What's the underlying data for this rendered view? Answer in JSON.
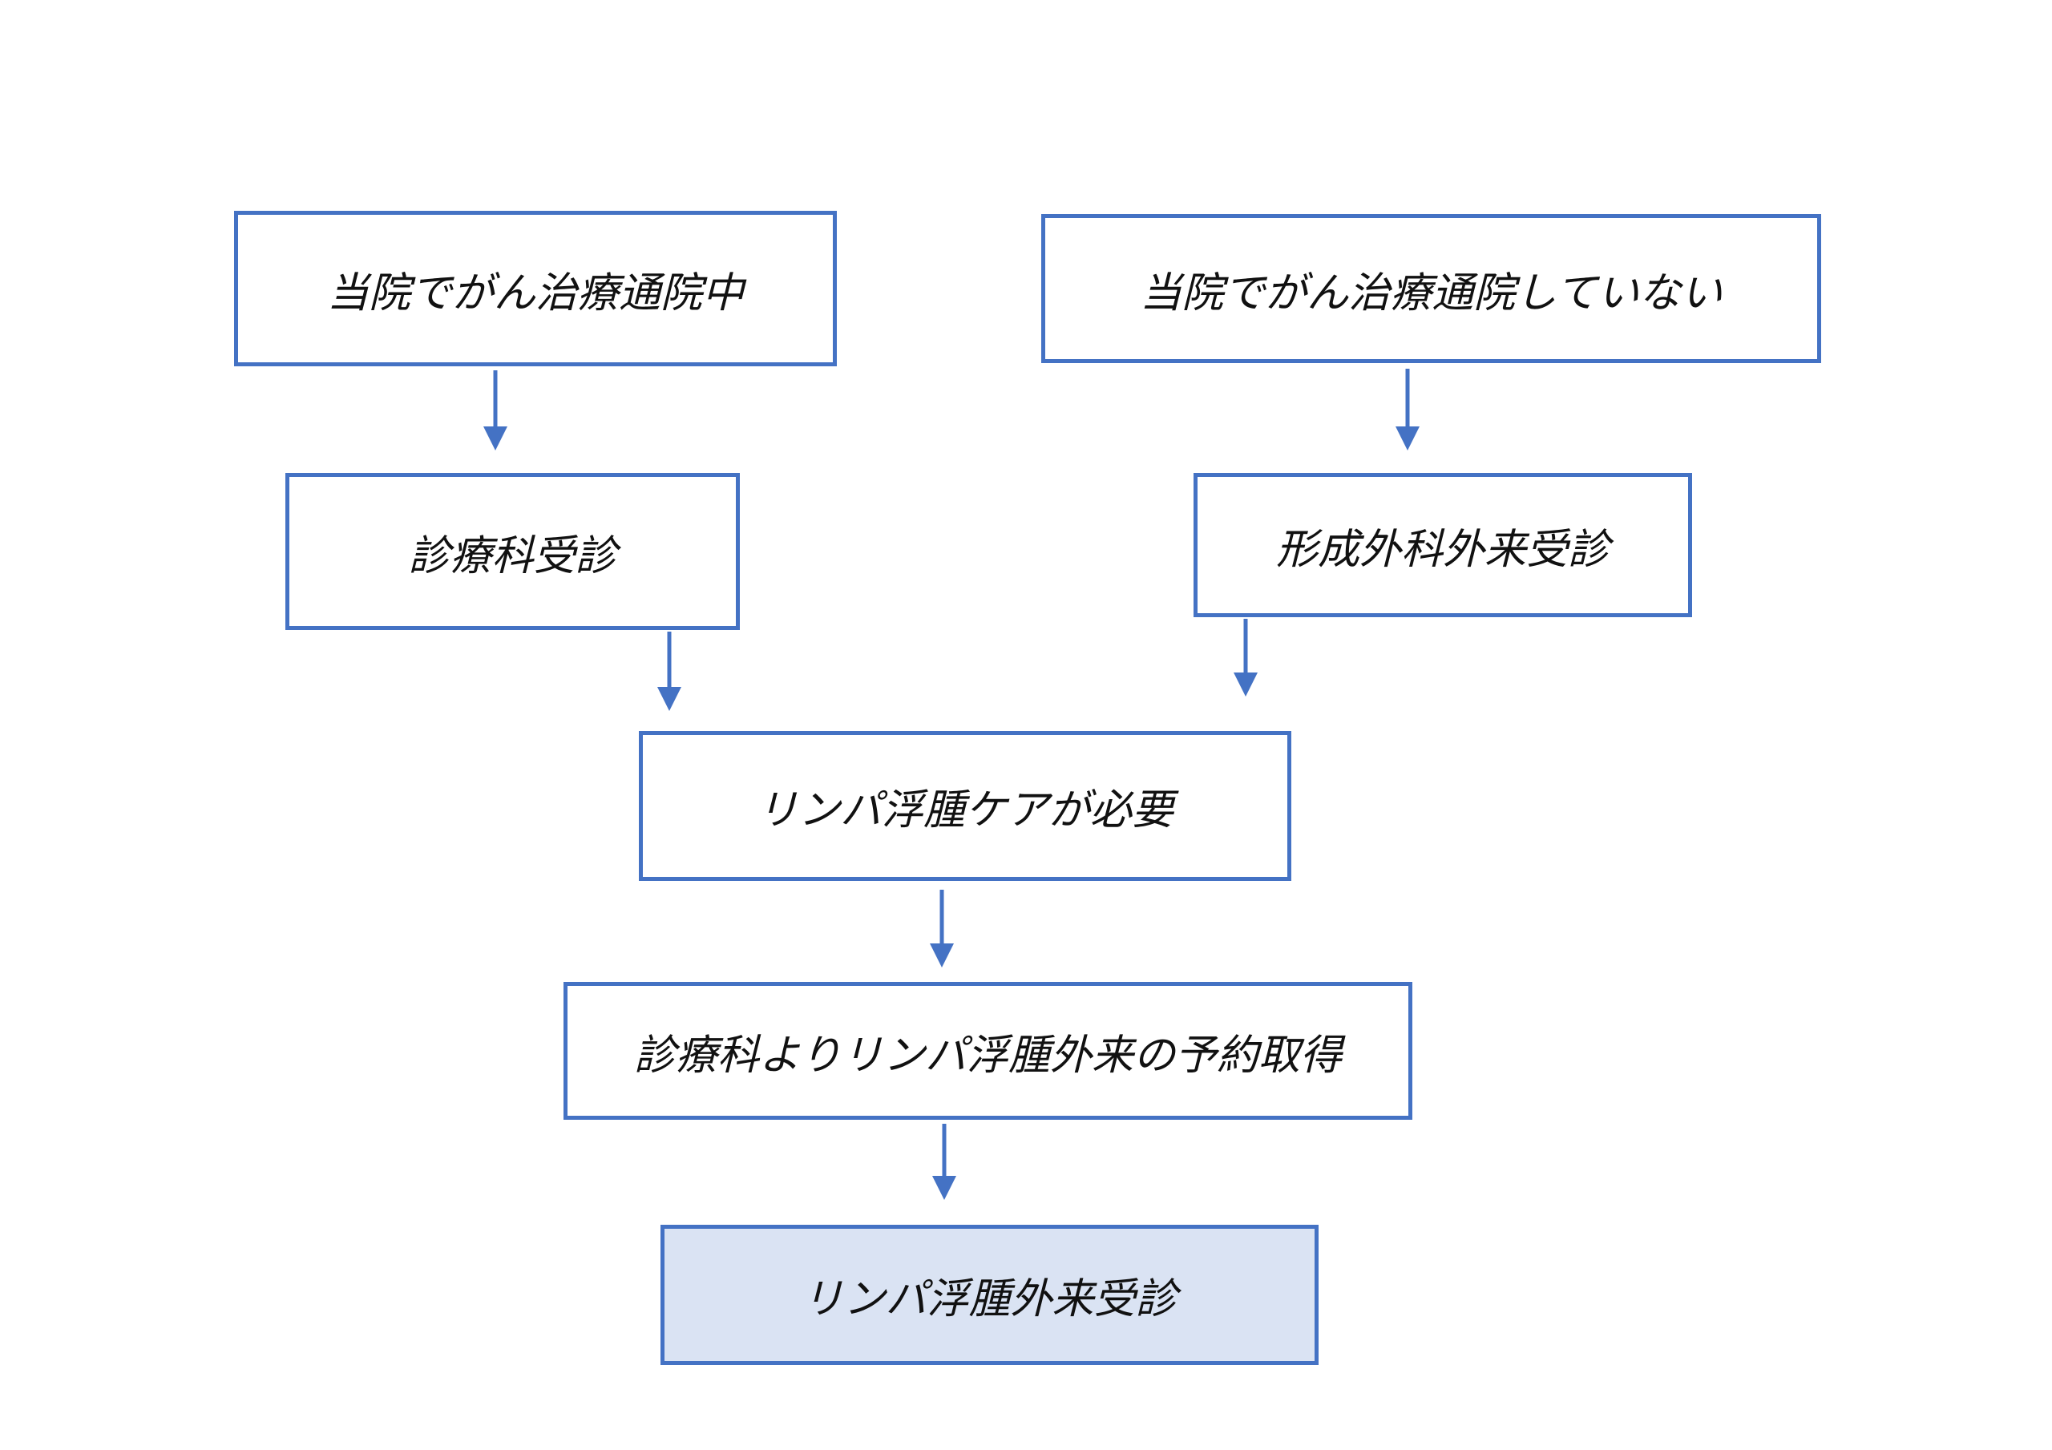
{
  "diagram": {
    "colors": {
      "stroke": "#4472C4",
      "highlight_fill": "#DAE3F3",
      "text": "#111111"
    },
    "nodes": {
      "in_treatment": "当院でがん治療通院中",
      "not_in_treatment": "当院でがん治療通院していない",
      "dept_visit": "診療科受診",
      "plastic_surgery_visit": "形成外科外来受診",
      "care_needed": "リンパ浮腫ケアが必要",
      "reservation": "診療科よりリンパ浮腫外来の予約取得",
      "lymphedema_visit": "リンパ浮腫外来受診"
    }
  }
}
